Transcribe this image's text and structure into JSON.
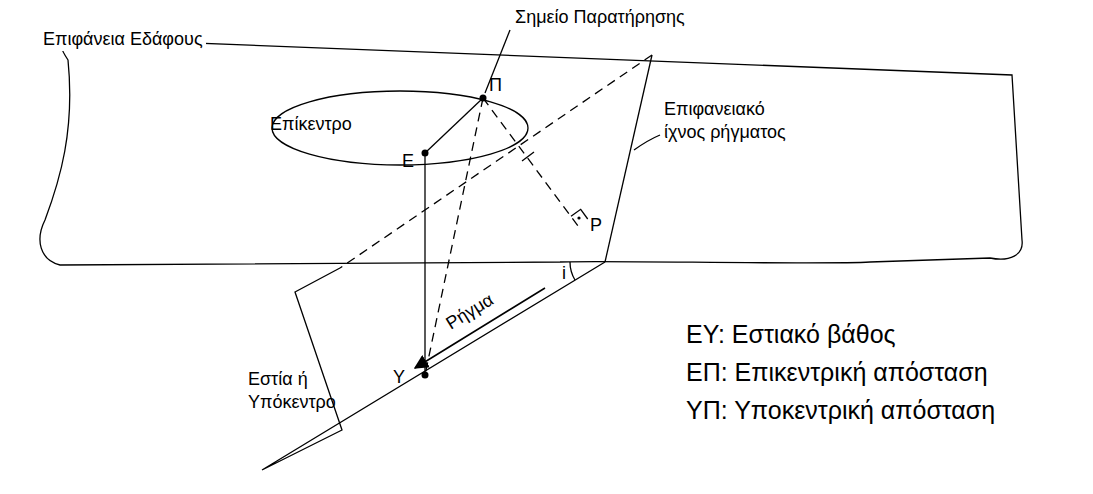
{
  "diagram": {
    "labels": [
      "Σημείο Παρατήρησης",
      "Επιφάνεια Εδάφους",
      "Π",
      "Επιφανειακό ίχνος ρήγματος",
      "Επίκεντρο",
      "Ε",
      "Ρ",
      "i",
      "Ρήγμα",
      "Εστία ή Υπόκεντρο",
      "Υ",
      "ΕΥ: Εστιακό βάθος",
      "ΕΠ: Επικεντρική απόσταση",
      "ΥΠ: Υποκεντρική απόσταση"
    ]
  }
}
